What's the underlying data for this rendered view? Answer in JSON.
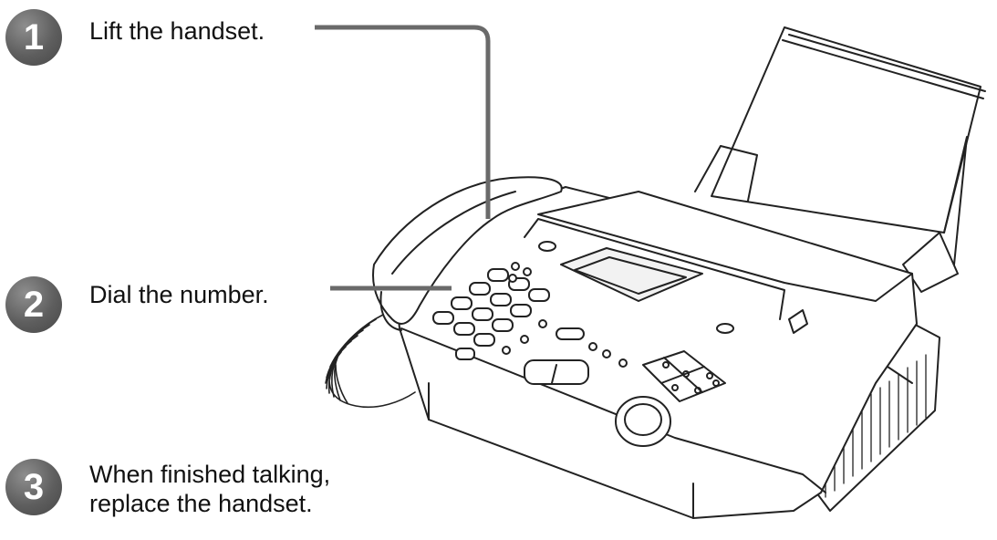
{
  "steps": [
    {
      "number": "1",
      "text": "Lift the handset."
    },
    {
      "number": "2",
      "text": "Dial the number."
    },
    {
      "number": "3",
      "text": "When finished talking,\nreplace the handset."
    }
  ],
  "colors": {
    "badge": "#5e5e5e",
    "callout_line": "#6a6a6a",
    "outline": "#222222"
  },
  "icons": [
    "fax-machine-illustration",
    "handset-icon",
    "coiled-cord-icon"
  ]
}
